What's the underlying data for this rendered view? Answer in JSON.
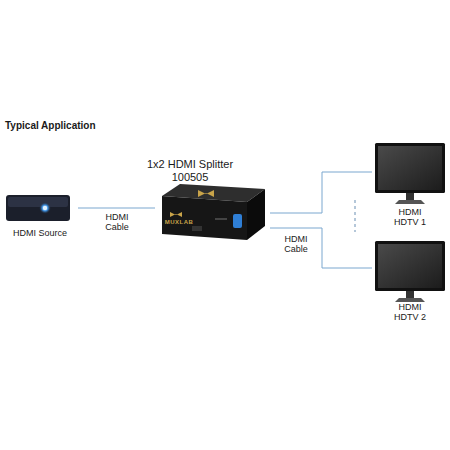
{
  "diagram": {
    "title": "Typical Application",
    "nodes": [
      {
        "text": [
          "HDMI Source"
        ]
      },
      {
        "text": [
          "1x2 HDMI Splitter 100505",
          "MUXLAB"
        ]
      },
      {
        "text": [
          "HDMI HDTV 1"
        ]
      },
      {
        "text": [
          "HDMI HDTV 2"
        ]
      }
    ],
    "edges": [
      {
        "from": 0,
        "to": 1,
        "arrow": "none",
        "label": "HDMI Cable"
      },
      {
        "from": 1,
        "to": 2,
        "arrow": "none"
      },
      {
        "from": 1,
        "to": 3,
        "arrow": "none",
        "label": "HDMI Cable"
      }
    ]
  }
}
